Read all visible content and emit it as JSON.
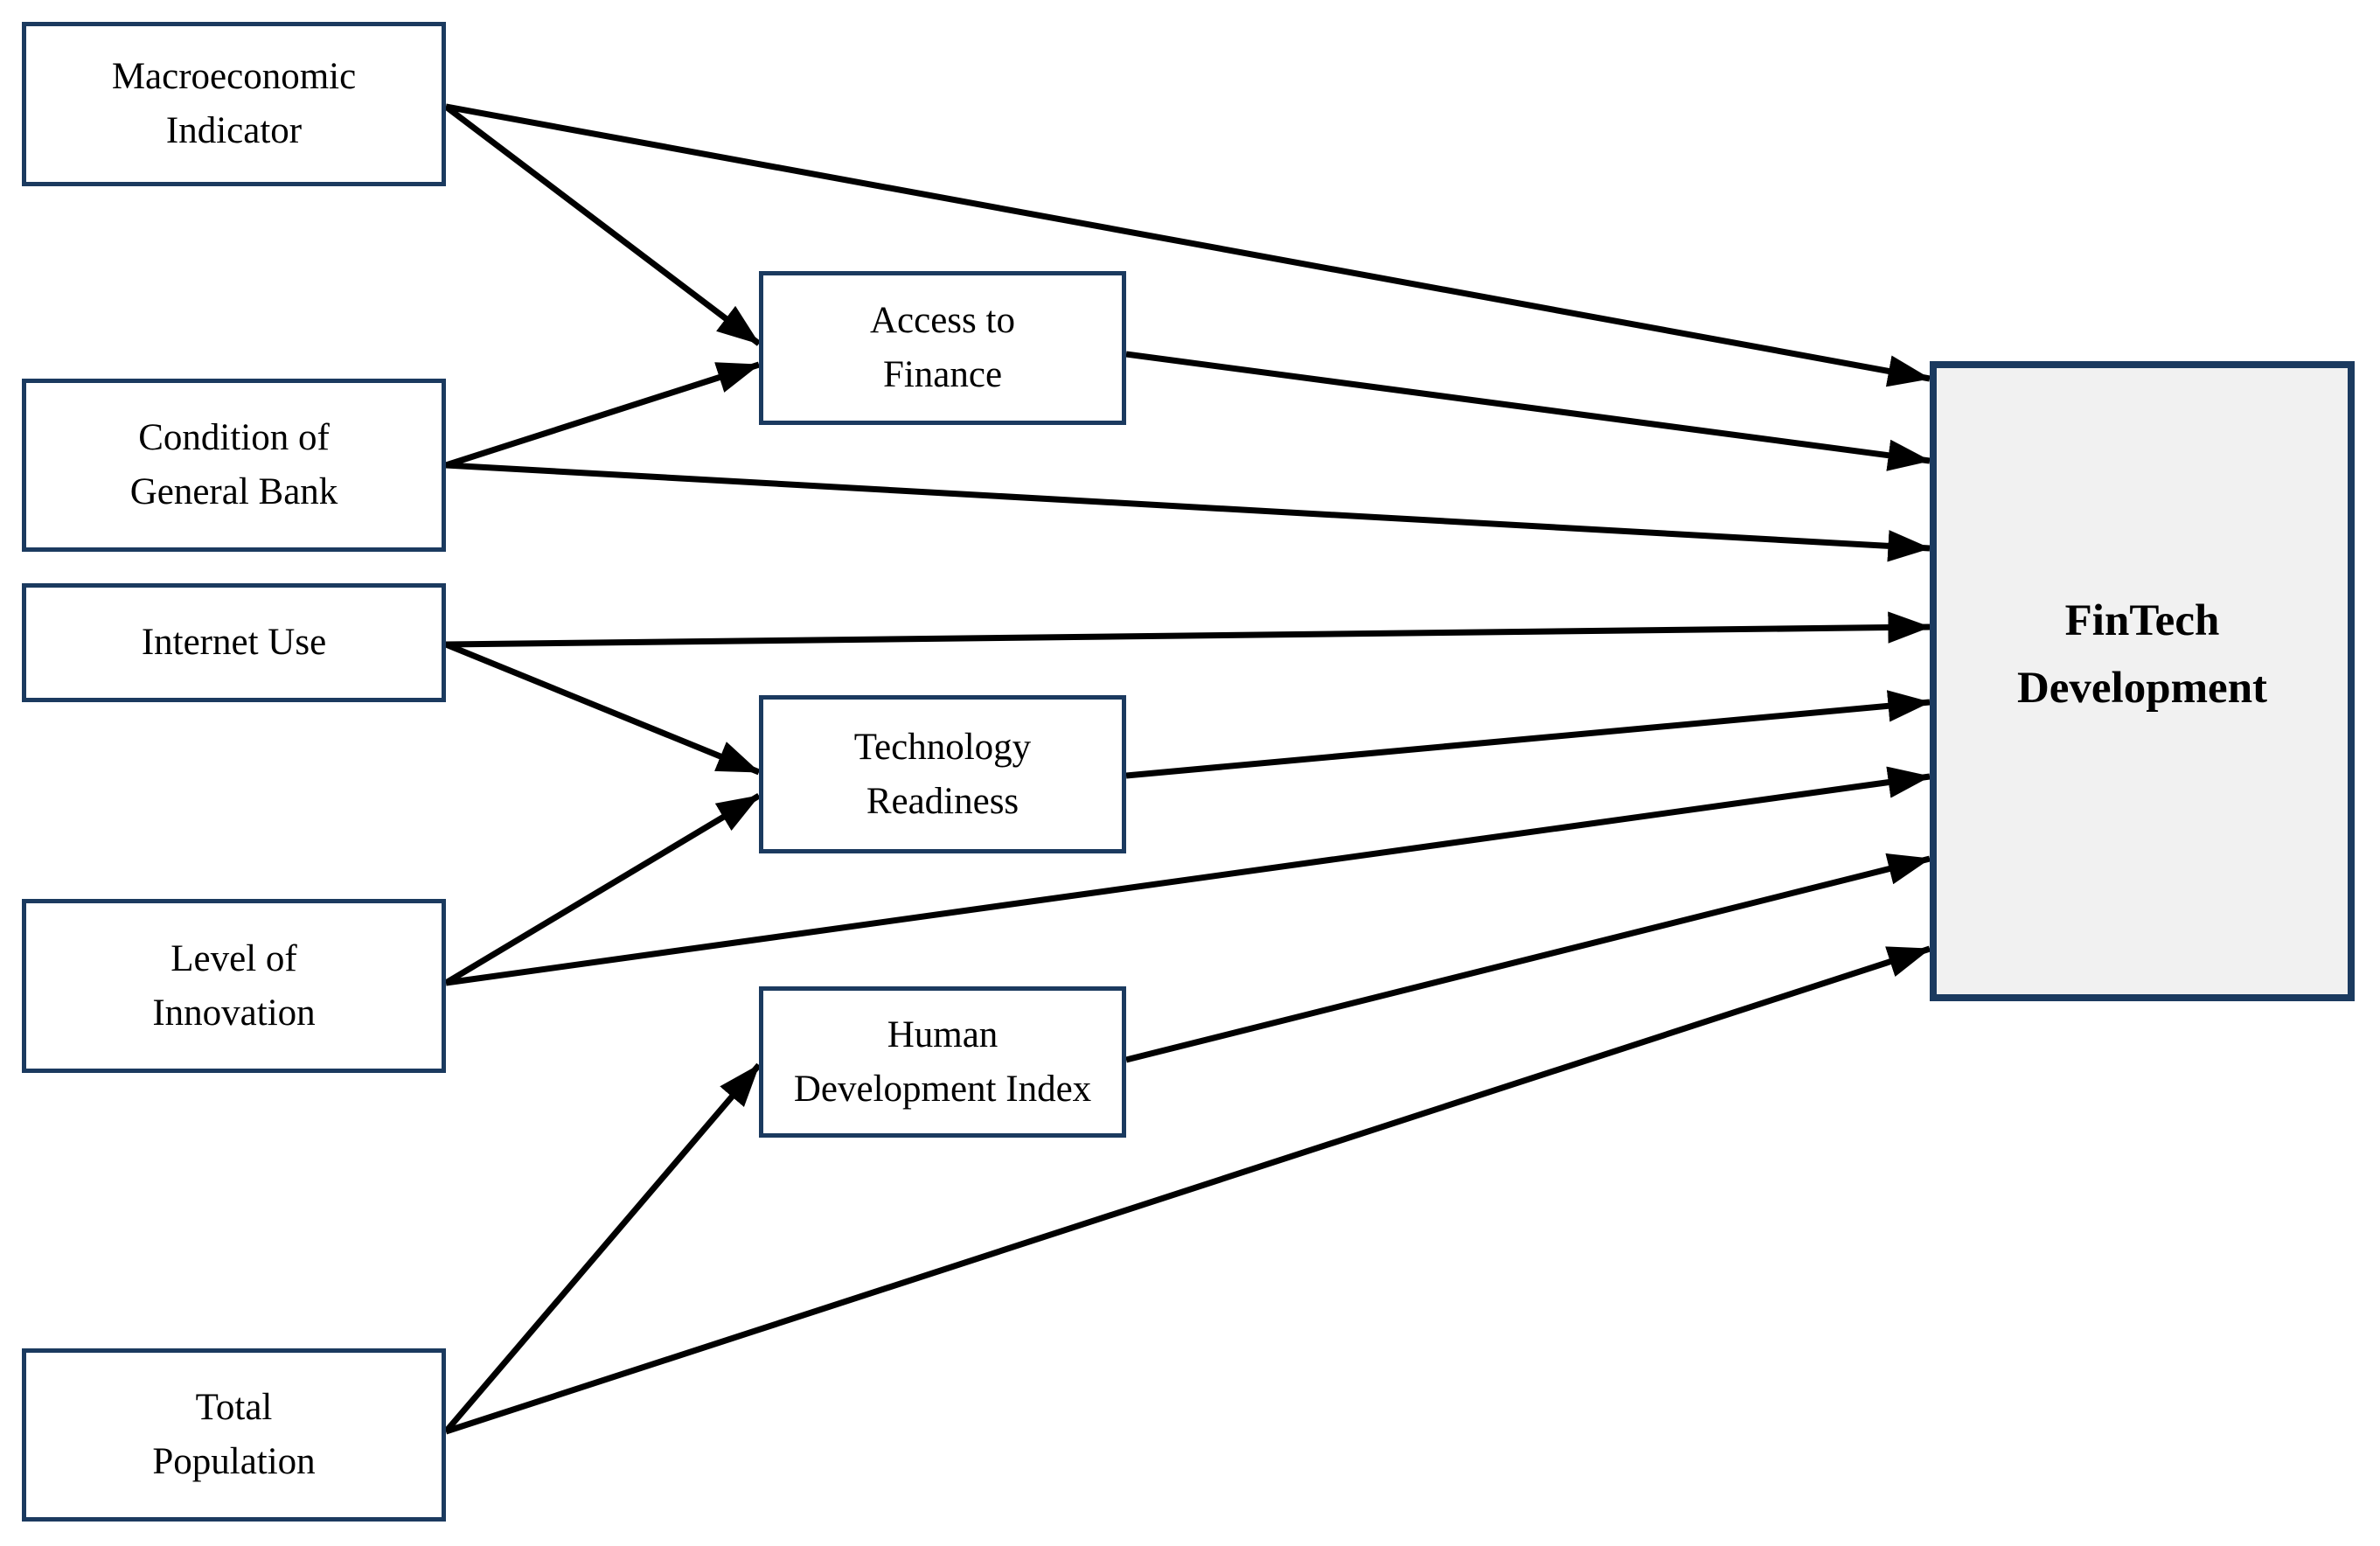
{
  "colors": {
    "box_border": "#1b3a5f",
    "box_fill": "#ffffff",
    "target_box_fill": "#f1f1f1",
    "arrow_color": "#000000",
    "text_color": "#000000",
    "background": "#ffffff"
  },
  "nodes": {
    "macroeconomic_indicator": {
      "line1": "Macroeconomic",
      "line2": "Indicator"
    },
    "condition_of_general_bank": {
      "line1": "Condition of",
      "line2": "General Bank"
    },
    "internet_use": {
      "line1": "Internet Use"
    },
    "level_of_innovation": {
      "line1": "Level of",
      "line2": "Innovation"
    },
    "total_population": {
      "line1": "Total",
      "line2": "Population"
    },
    "access_to_finance": {
      "line1": "Access to",
      "line2": "Finance"
    },
    "technology_readiness": {
      "line1": "Technology",
      "line2": "Readiness"
    },
    "human_development_index": {
      "line1": "Human",
      "line2": "Development Index"
    },
    "fintech_development": {
      "line1": "FinTech",
      "line2": "Development"
    }
  },
  "edges": [
    {
      "id": "mi-ft",
      "from": "Macroeconomic Indicator",
      "to": "FinTech Development"
    },
    {
      "id": "mi-atf",
      "from": "Macroeconomic Indicator",
      "to": "Access to Finance"
    },
    {
      "id": "cgb-atf",
      "from": "Condition of General Bank",
      "to": "Access to Finance"
    },
    {
      "id": "cgb-ft",
      "from": "Condition of General Bank",
      "to": "FinTech Development"
    },
    {
      "id": "iu-ft",
      "from": "Internet Use",
      "to": "FinTech Development"
    },
    {
      "id": "iu-tr",
      "from": "Internet Use",
      "to": "Technology Readiness"
    },
    {
      "id": "loi-tr",
      "from": "Level of Innovation",
      "to": "Technology Readiness"
    },
    {
      "id": "loi-ft",
      "from": "Level of Innovation",
      "to": "FinTech Development"
    },
    {
      "id": "tp-hdi",
      "from": "Total Population",
      "to": "Human Development Index"
    },
    {
      "id": "tp-ft",
      "from": "Total Population",
      "to": "FinTech Development"
    },
    {
      "id": "atf-ft",
      "from": "Access to Finance",
      "to": "FinTech Development"
    },
    {
      "id": "tr-ft",
      "from": "Technology Readiness",
      "to": "FinTech Development"
    },
    {
      "id": "hdi-ft",
      "from": "Human Development Index",
      "to": "FinTech Development"
    }
  ]
}
